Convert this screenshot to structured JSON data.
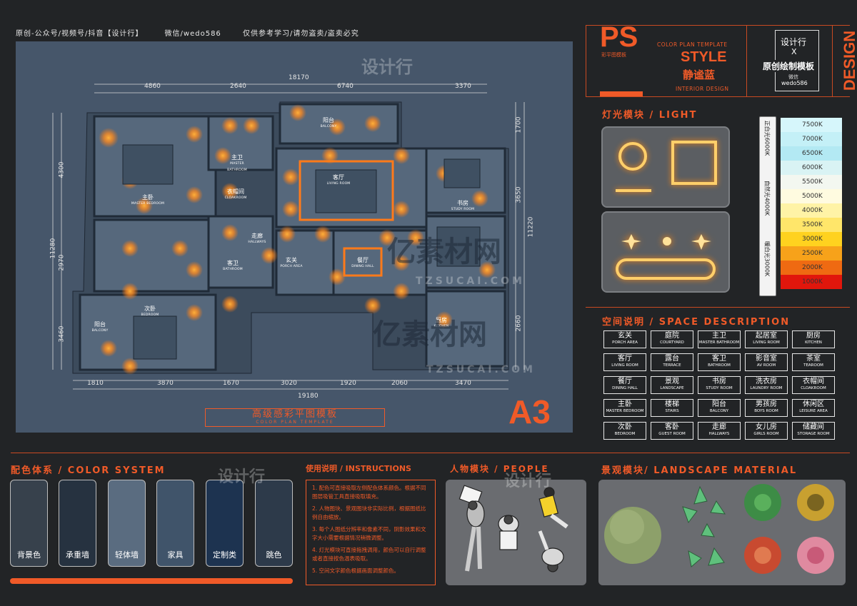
{
  "topbar": {
    "item1": "原创-公众号/视频号/抖音【设计行】",
    "item2": "微信/wedo586",
    "item3": "仅供参考学习/请勿盗卖/盗卖必究"
  },
  "plan": {
    "dims_top": [
      "4860",
      "2640",
      "6740",
      "3370"
    ],
    "dim_total_top": "18170",
    "dims_bottom": [
      "1810",
      "3870",
      "1670",
      "3020",
      "1920",
      "2060",
      "3470"
    ],
    "dim_total_bottom": "19180",
    "dims_left": [
      "4300",
      "2970",
      "3460"
    ],
    "dim_total_left": "11280",
    "dims_right": [
      "1700",
      "3650",
      "2660"
    ],
    "dim_total_right": "11220",
    "rooms": [
      {
        "cn": "阳台",
        "en": "BALCONY"
      },
      {
        "cn": "主卫",
        "en": "MASTER BATHROOM"
      },
      {
        "cn": "客厅",
        "en": "LIVING ROOM"
      },
      {
        "cn": "衣帽间",
        "en": "CLOAKROOM"
      },
      {
        "cn": "主卧",
        "en": "MASTER BEDROOM"
      },
      {
        "cn": "书房",
        "en": "STUDY ROOM"
      },
      {
        "cn": "走廊",
        "en": "HALLWAYS"
      },
      {
        "cn": "客卫",
        "en": "BATHROOM"
      },
      {
        "cn": "玄关",
        "en": "PORCH AREA"
      },
      {
        "cn": "餐厅",
        "en": "DINING HALL"
      },
      {
        "cn": "次卧",
        "en": "BEDROOM"
      },
      {
        "cn": "阳台",
        "en": "BALCONY"
      },
      {
        "cn": "厨房",
        "en": "KITCHEN"
      }
    ],
    "a3": "A3",
    "title_cn": "高级感彩平图模板",
    "title_en": "COLOR PLAN TEMPLATE"
  },
  "header": {
    "ps": "PS",
    "sub_small": "彩平图模板",
    "color_plan": "COLOR PLAN TEMPLATE",
    "style": "STYLE",
    "style_cn": "静谧蓝",
    "interior": "INTERIOR DESIGN",
    "brand": "设计行",
    "times": "X",
    "original": "原创绘制模板",
    "wechat_label": "微信",
    "wechat": "wedo586",
    "design": "DESIGN"
  },
  "light": {
    "title": "灯光模块 / LIGHT",
    "label_top": "正白光6000K",
    "label_mid": "自然光4000K",
    "label_bot": "暖白光3000K",
    "kelvin": [
      "7500K",
      "7000K",
      "6500K",
      "6000K",
      "5500K",
      "5000K",
      "4000K",
      "3500K",
      "3000K",
      "2500K",
      "2000K",
      "1000K"
    ],
    "kelvin_colors": [
      "#d6f6fb",
      "#c4f0f7",
      "#b3e9f3",
      "#d9f3f4",
      "#f3f7f0",
      "#fffbe0",
      "#fff3a6",
      "#ffe66a",
      "#ffd21f",
      "#f7a21a",
      "#ef6a12",
      "#e1160c"
    ]
  },
  "space": {
    "title": "空间说明 / SPACE DESCRIPTION",
    "items": [
      {
        "cn": "玄关",
        "en": "PORCH AREA"
      },
      {
        "cn": "庭院",
        "en": "COURTYARD"
      },
      {
        "cn": "主卫",
        "en": "MASTER BATHROOM"
      },
      {
        "cn": "起居室",
        "en": "LIVING ROOM"
      },
      {
        "cn": "厨房",
        "en": "KITCHEN"
      },
      {
        "cn": "客厅",
        "en": "LIVING ROOM"
      },
      {
        "cn": "露台",
        "en": "TERRACE"
      },
      {
        "cn": "客卫",
        "en": "BATHROOM"
      },
      {
        "cn": "影音室",
        "en": "AV ROOM"
      },
      {
        "cn": "茶室",
        "en": "TEAROOM"
      },
      {
        "cn": "餐厅",
        "en": "DINING HALL"
      },
      {
        "cn": "景观",
        "en": "LANDSCAPE"
      },
      {
        "cn": "书房",
        "en": "STUDY ROOM"
      },
      {
        "cn": "洗衣房",
        "en": "LAUNDRY ROOM"
      },
      {
        "cn": "衣帽间",
        "en": "CLOAKROOM"
      },
      {
        "cn": "主卧",
        "en": "MASTER BEDROOM"
      },
      {
        "cn": "楼梯",
        "en": "STAIRS"
      },
      {
        "cn": "阳台",
        "en": "BALCONY"
      },
      {
        "cn": "男孩房",
        "en": "BOYS ROOM"
      },
      {
        "cn": "休闲区",
        "en": "LEISURE AREA"
      },
      {
        "cn": "次卧",
        "en": "BEDROOM"
      },
      {
        "cn": "客卧",
        "en": "GUEST ROOM"
      },
      {
        "cn": "走廊",
        "en": "HALLWAYS"
      },
      {
        "cn": "女儿房",
        "en": "GIRLS ROOM"
      },
      {
        "cn": "储藏间",
        "en": "STORAGE ROOM"
      }
    ]
  },
  "color_system": {
    "title": "配色体系 / COLOR SYSTEM",
    "swatches": [
      {
        "label": "背景色",
        "color": "#37414c"
      },
      {
        "label": "承重墙",
        "color": "#263240"
      },
      {
        "label": "轻体墙",
        "color": "#5a6c80"
      },
      {
        "label": "家具",
        "color": "#40546a"
      },
      {
        "label": "定制类",
        "color": "#1d3350"
      },
      {
        "label": "跳色",
        "color": "#2d3a4a"
      }
    ]
  },
  "instructions": {
    "title": "使用说明 / INSTRUCTIONS",
    "lines": [
      "1. 配色可直接吸取左侧配色体系颜色。根据不同图层吸管工具直接吸取填充。",
      "2. 人物图块、景观图块非实际比例，根据图纸比例自由缩放。",
      "3. 每个人图纸分辨率和像素不同，阴影效果和文字大小需要根据情况稍微调整。",
      "4. 灯光模块可直接拖拽调用，颜色可以自行调整或者直接按色温表吸取。",
      "5. 空间文字颜色根据画面调整颜色。"
    ]
  },
  "people": {
    "title": "人物模块 / PEOPLE"
  },
  "landscape": {
    "title": "景观模块/ LANDSCAPE MATERIAL"
  },
  "watermarks": {
    "sjx": "设计行",
    "brand_cn": "亿素材网",
    "brand_url": "TZSUCAI.COM",
    "wedo": "wedo586"
  },
  "accent": "#f05a28"
}
